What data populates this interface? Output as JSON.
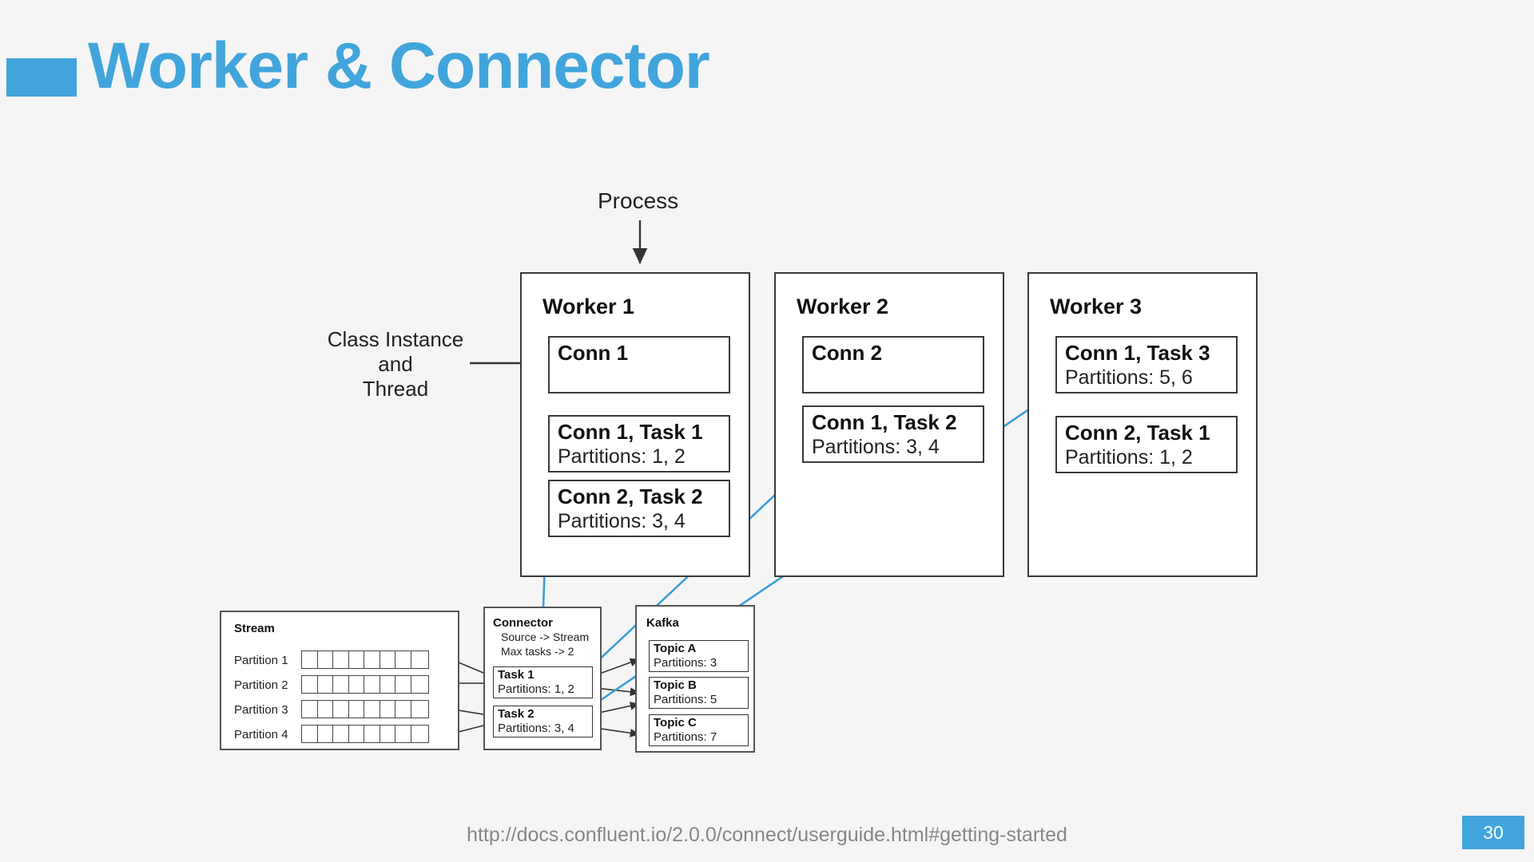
{
  "slide": {
    "title": "Worker & Connector",
    "accent_color": "#41a5dc",
    "background_color": "#f5f5f6",
    "number": "30",
    "footer_url": "http://docs.confluent.io/2.0.0/connect/userguide.html#getting-started"
  },
  "annotations": {
    "process": "Process",
    "class_instance": "Class Instance\nand\nThread",
    "class_instance_line1": "Class Instance",
    "class_instance_line2": "and",
    "class_instance_line3": "Thread"
  },
  "workers": [
    {
      "name": "Worker 1",
      "items": [
        {
          "title": "Conn 1",
          "sub": ""
        },
        {
          "title": "Conn 1, Task 1",
          "sub": "Partitions: 1, 2"
        },
        {
          "title": "Conn 2, Task 2",
          "sub": "Partitions: 3, 4"
        }
      ]
    },
    {
      "name": "Worker 2",
      "items": [
        {
          "title": "Conn 2",
          "sub": ""
        },
        {
          "title": "Conn 1, Task 2",
          "sub": "Partitions: 3, 4"
        }
      ]
    },
    {
      "name": "Worker 3",
      "items": [
        {
          "title": "Conn 1, Task 3",
          "sub": "Partitions: 5, 6"
        },
        {
          "title": "Conn 2, Task 1",
          "sub": "Partitions: 1, 2"
        }
      ]
    }
  ],
  "detail": {
    "stream": {
      "title": "Stream",
      "partitions": [
        "Partition 1",
        "Partition 2",
        "Partition 3",
        "Partition 4"
      ],
      "cells_per_partition": 8
    },
    "connector": {
      "title": "Connector",
      "config": [
        "Source -> Stream",
        "Max tasks -> 2"
      ],
      "tasks": [
        {
          "title": "Task 1",
          "sub": "Partitions: 1, 2"
        },
        {
          "title": "Task 2",
          "sub": "Partitions: 3, 4"
        }
      ]
    },
    "kafka": {
      "title": "Kafka",
      "topics": [
        {
          "title": "Topic A",
          "sub": "Partitions: 3"
        },
        {
          "title": "Topic B",
          "sub": "Partitions: 5"
        },
        {
          "title": "Topic C",
          "sub": "Partitions: 7"
        }
      ]
    }
  }
}
